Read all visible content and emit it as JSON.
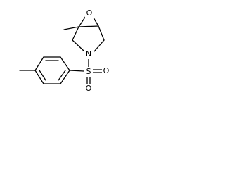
{
  "structure": {
    "atoms": {
      "oxygen_epoxide": "O",
      "nitrogen": "N",
      "sulfur": "S",
      "oxygen_sulfonyl_top": "O",
      "oxygen_sulfonyl_bottom": "O"
    },
    "colors": {
      "bond": "#000000",
      "label": "#000000",
      "background": "#ffffff"
    }
  }
}
